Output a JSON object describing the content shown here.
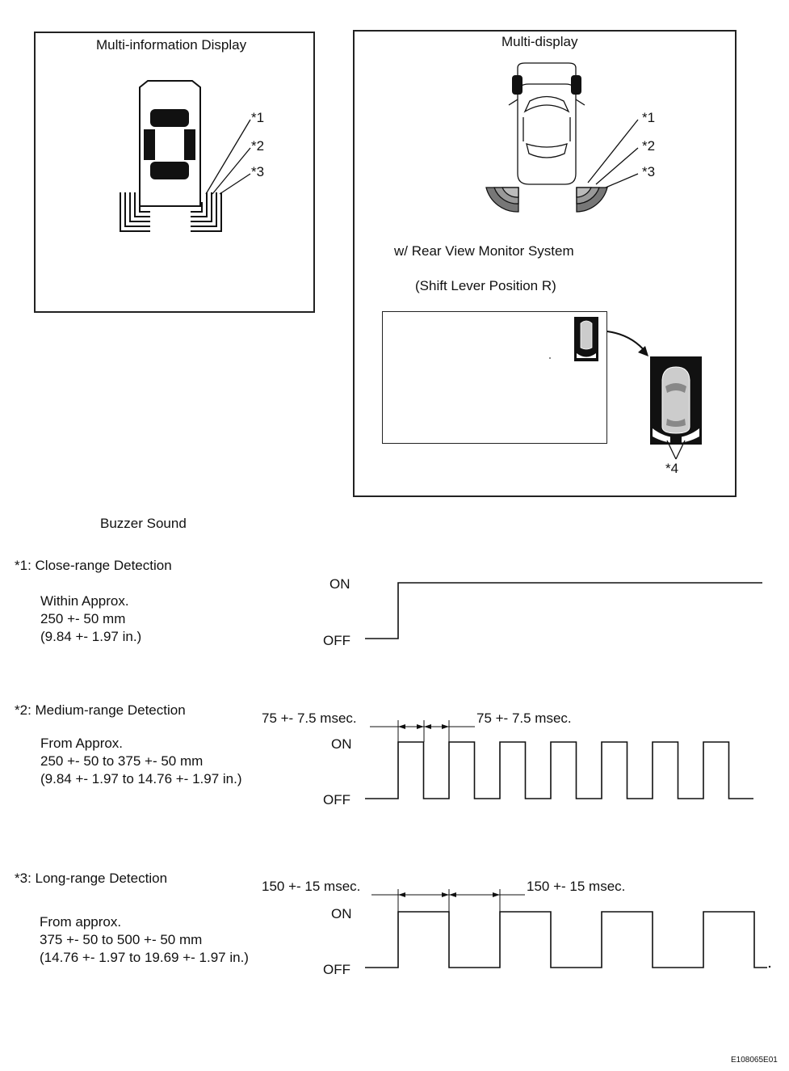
{
  "panels": {
    "mid_title": "Multi-information Display",
    "md_title": "Multi-display",
    "rear_view": "w/ Rear View Monitor System",
    "shift": "(Shift Lever Position R)"
  },
  "callouts": {
    "c1": "*1",
    "c2": "*2",
    "c3": "*3",
    "c4": "*4"
  },
  "buzzer": {
    "heading": "Buzzer Sound",
    "on": "ON",
    "off": "OFF",
    "close": {
      "title": "*1: Close-range Detection",
      "l1": "Within Approx.",
      "l2": "250 +- 50 mm",
      "l3": "(9.84 +- 1.97 in.)"
    },
    "medium": {
      "title": "*2: Medium-range Detection",
      "l1": "From Approx.",
      "l2": "250 +- 50 to 375 +- 50 mm",
      "l3": "(9.84 +- 1.97 to 14.76 +- 1.97 in.)",
      "t1": "75 +- 7.5 msec.",
      "t2": "75 +- 7.5 msec."
    },
    "long": {
      "title": "*3: Long-range Detection",
      "l1": "From approx.",
      "l2": "375 +- 50 to 500 +- 50 mm",
      "l3": "(14.76 +- 1.97 to 19.69 +- 1.97 in.)",
      "t1": "150 +- 15 msec.",
      "t2": "150 +- 15 msec."
    }
  },
  "figure_code": "E108065E01"
}
